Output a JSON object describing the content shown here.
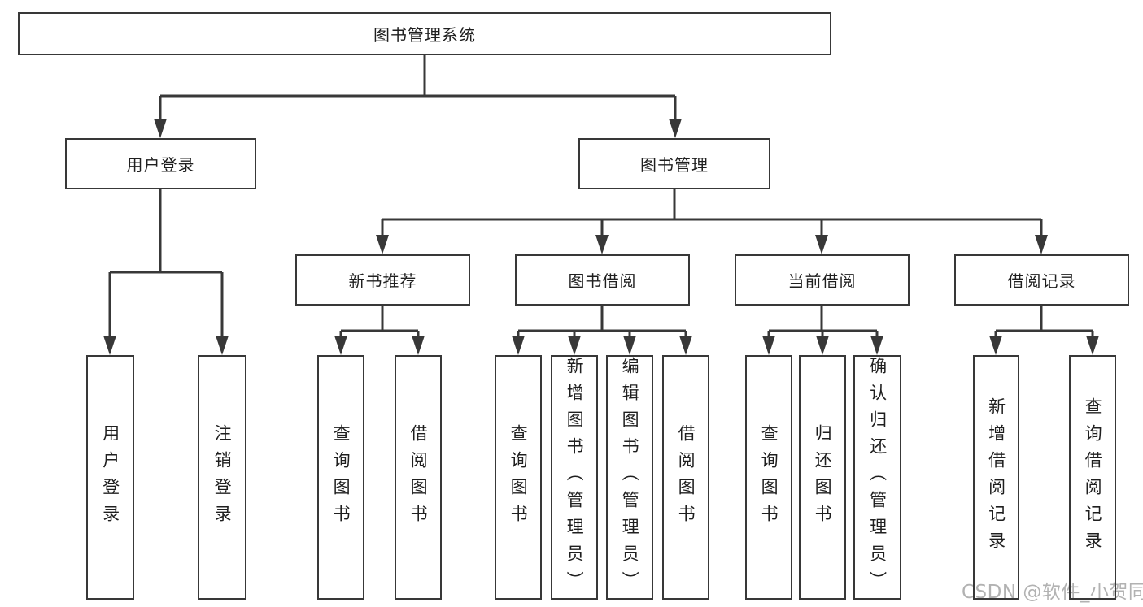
{
  "diagram": {
    "root": {
      "label": "图书管理系统"
    },
    "level1": [
      {
        "label": "用户登录"
      },
      {
        "label": "图书管理"
      }
    ],
    "level2": [
      {
        "label": "新书推荐",
        "parent": "图书管理"
      },
      {
        "label": "图书借阅",
        "parent": "图书管理"
      },
      {
        "label": "当前借阅",
        "parent": "图书管理"
      },
      {
        "label": "借阅记录",
        "parent": "图书管理"
      }
    ],
    "leaves": [
      {
        "label": "用户登录",
        "parent": "用户登录"
      },
      {
        "label": "注销登录",
        "parent": "用户登录"
      },
      {
        "label": "查询图书",
        "parent": "新书推荐"
      },
      {
        "label": "借阅图书",
        "parent": "新书推荐"
      },
      {
        "label": "查询图书",
        "parent": "图书借阅"
      },
      {
        "label": "新增图书（管理员）",
        "parent": "图书借阅"
      },
      {
        "label": "编辑图书（管理员）",
        "parent": "图书借阅"
      },
      {
        "label": "借阅图书",
        "parent": "图书借阅"
      },
      {
        "label": "查询图书",
        "parent": "当前借阅"
      },
      {
        "label": "归还图书",
        "parent": "当前借阅"
      },
      {
        "label": "确认归还（管理员）",
        "parent": "当前借阅"
      },
      {
        "label": "新增借阅记录",
        "parent": "借阅记录"
      },
      {
        "label": "查询借阅记录",
        "parent": "借阅记录"
      }
    ]
  },
  "watermark": {
    "text": "CSDN @软件_小贺同学"
  },
  "colors": {
    "line": "#383838",
    "border": "#383838",
    "text": "#1f1f1f",
    "background": "#ffffff",
    "watermark": "#b2b2b2"
  }
}
